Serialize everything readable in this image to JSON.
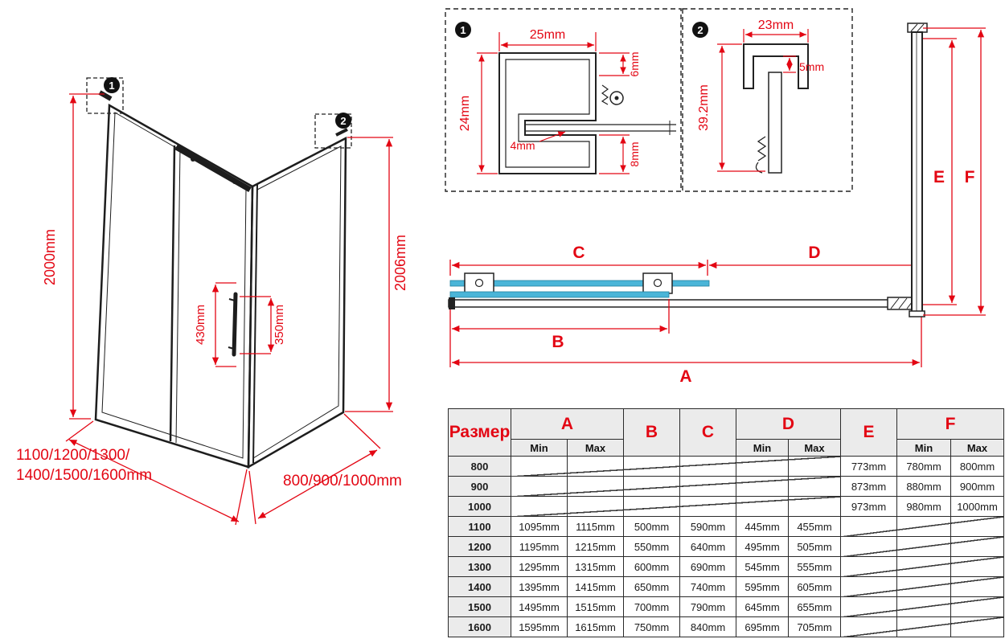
{
  "colors": {
    "dimension_red": "#e30613",
    "line_black": "#1d1d1d",
    "glass_blue": "#4ab5d8",
    "header_gray": "#ebebeb"
  },
  "iso": {
    "marker1": "1",
    "marker2": "2",
    "height_left": "2000mm",
    "height_right": "2006mm",
    "handle_height": "430mm",
    "handle_cutout": "350mm",
    "width_options_line1": "1100/1200/1300/",
    "width_options_line2": "1400/1500/1600mm",
    "depth_options": "800/900/1000mm"
  },
  "detail1": {
    "marker": "1",
    "width_top": "25mm",
    "height_left": "24mm",
    "slot": "4mm",
    "gap_top": "6mm",
    "gap_bottom": "8mm"
  },
  "detail2": {
    "marker": "2",
    "width_top": "23mm",
    "gap": "5mm",
    "height_left": "39.2mm"
  },
  "section": {
    "dim_a": "A",
    "dim_b": "B",
    "dim_c": "C",
    "dim_d": "D",
    "dim_e": "E",
    "dim_f": "F"
  },
  "table": {
    "size_header": "Размер",
    "columns": {
      "a": "A",
      "b": "B",
      "c": "C",
      "d": "D",
      "e": "E",
      "f": "F"
    },
    "min_label": "Min",
    "max_label": "Max",
    "rows": [
      {
        "size": "800",
        "e": "773mm",
        "f_min": "780mm",
        "f_max": "800mm"
      },
      {
        "size": "900",
        "e": "873mm",
        "f_min": "880mm",
        "f_max": "900mm"
      },
      {
        "size": "1000",
        "e": "973mm",
        "f_min": "980mm",
        "f_max": "1000mm"
      },
      {
        "size": "1100",
        "a_min": "1095mm",
        "a_max": "1115mm",
        "b": "500mm",
        "c": "590mm",
        "d_min": "445mm",
        "d_max": "455mm"
      },
      {
        "size": "1200",
        "a_min": "1195mm",
        "a_max": "1215mm",
        "b": "550mm",
        "c": "640mm",
        "d_min": "495mm",
        "d_max": "505mm"
      },
      {
        "size": "1300",
        "a_min": "1295mm",
        "a_max": "1315mm",
        "b": "600mm",
        "c": "690mm",
        "d_min": "545mm",
        "d_max": "555mm"
      },
      {
        "size": "1400",
        "a_min": "1395mm",
        "a_max": "1415mm",
        "b": "650mm",
        "c": "740mm",
        "d_min": "595mm",
        "d_max": "605mm"
      },
      {
        "size": "1500",
        "a_min": "1495mm",
        "a_max": "1515mm",
        "b": "700mm",
        "c": "790mm",
        "d_min": "645mm",
        "d_max": "655mm"
      },
      {
        "size": "1600",
        "a_min": "1595mm",
        "a_max": "1615mm",
        "b": "750mm",
        "c": "840mm",
        "d_min": "695mm",
        "d_max": "705mm"
      }
    ]
  }
}
